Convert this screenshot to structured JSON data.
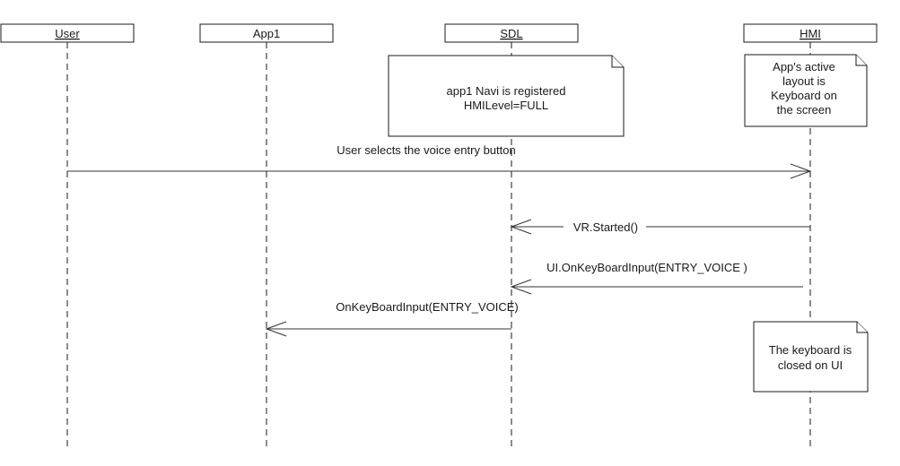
{
  "actors": [
    {
      "id": "user",
      "label": "User",
      "underline": true
    },
    {
      "id": "app1",
      "label": "App1",
      "underline": false
    },
    {
      "id": "sdl",
      "label": "SDL",
      "underline": true
    },
    {
      "id": "hmi",
      "label": "HMI",
      "underline": true
    }
  ],
  "notes": [
    {
      "id": "note-sdl",
      "lines": [
        "app1 Navi is registered",
        "HMILevel=FULL"
      ]
    },
    {
      "id": "note-hmi-layout",
      "lines": [
        "App's active",
        "layout is",
        "Keyboard on",
        "the screen"
      ]
    },
    {
      "id": "note-hmi-closed",
      "lines": [
        "The keyboard is",
        "closed on UI"
      ]
    }
  ],
  "messages": [
    {
      "id": "msg-voice-entry",
      "from": "user",
      "to": "hmi",
      "label": "User selects the voice entry button"
    },
    {
      "id": "msg-vr-started",
      "from": "hmi",
      "to": "sdl",
      "label": "VR.Started()"
    },
    {
      "id": "msg-ui-onkeyboard",
      "from": "hmi",
      "to": "sdl",
      "label": "UI.OnKeyBoardInput(ENTRY_VOICE )"
    },
    {
      "id": "msg-onkeyboard",
      "from": "sdl",
      "to": "app1",
      "label": "OnKeyBoardInput(ENTRY_VOICE)"
    }
  ],
  "colors": {
    "line": "#1a1a1a",
    "background": "#ffffff"
  }
}
